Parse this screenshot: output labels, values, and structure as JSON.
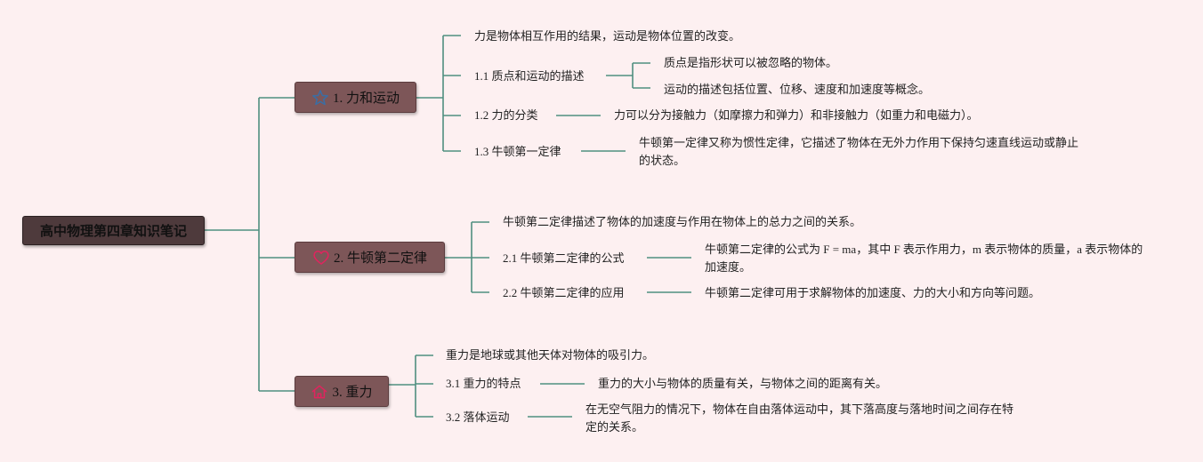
{
  "root": {
    "title": "高中物理第四章知识笔记"
  },
  "branches": [
    {
      "title": "1. 力和运动",
      "icon": "star-icon",
      "icon_color": "#3a6ea5",
      "items": [
        {
          "text": "力是物体相互作用的结果，运动是物体位置的改变。"
        },
        {
          "label": "1.1 质点和运动的描述",
          "details": [
            "质点是指形状可以被忽略的物体。",
            "运动的描述包括位置、位移、速度和加速度等概念。"
          ]
        },
        {
          "label": "1.2 力的分类",
          "details": [
            "力可以分为接触力（如摩擦力和弹力）和非接触力（如重力和电磁力）。"
          ]
        },
        {
          "label": "1.3 牛顿第一定律",
          "details": [
            "牛顿第一定律又称为惯性定律，它描述了物体在无外力作用下保持匀速直线运动或静止的状态。"
          ]
        }
      ]
    },
    {
      "title": "2. 牛顿第二定律",
      "icon": "heart-icon",
      "icon_color": "#e0245e",
      "items": [
        {
          "text": "牛顿第二定律描述了物体的加速度与作用在物体上的总力之间的关系。"
        },
        {
          "label": "2.1 牛顿第二定律的公式",
          "details": [
            "牛顿第二定律的公式为 F = ma，其中 F 表示作用力，m 表示物体的质量，a 表示物体的加速度。"
          ]
        },
        {
          "label": "2.2 牛顿第二定律的应用",
          "details": [
            "牛顿第二定律可用于求解物体的加速度、力的大小和方向等问题。"
          ]
        }
      ]
    },
    {
      "title": "3. 重力",
      "icon": "home-icon",
      "icon_color": "#e0245e",
      "items": [
        {
          "text": "重力是地球或其他天体对物体的吸引力。"
        },
        {
          "label": "3.1 重力的特点",
          "details": [
            "重力的大小与物体的质量有关，与物体之间的距离有关。"
          ]
        },
        {
          "label": "3.2 落体运动",
          "details": [
            "在无空气阻力的情况下，物体在自由落体运动中，其下落高度与落地时间之间存在特定的关系。"
          ]
        }
      ]
    }
  ]
}
